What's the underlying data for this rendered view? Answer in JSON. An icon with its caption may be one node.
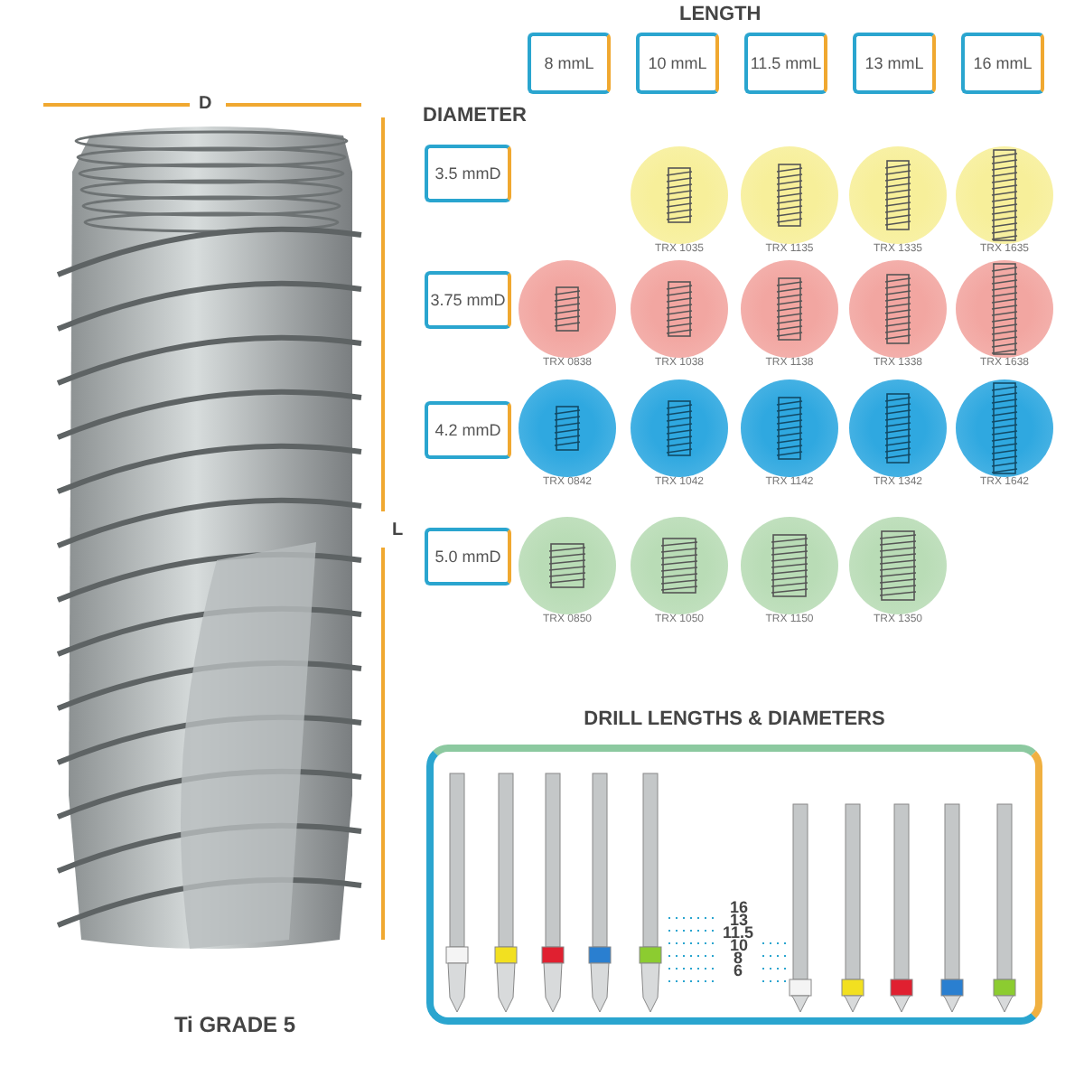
{
  "diagram": {
    "nodes": [
      {
        "text": [
          "8 mmL"
        ]
      },
      {
        "text": [
          "10 mmL"
        ]
      },
      {
        "text": [
          "11.5 mmL"
        ]
      },
      {
        "text": [
          "13 mmL"
        ]
      },
      {
        "text": [
          "16 mmL"
        ]
      },
      {
        "text": [
          "3.5 mmD"
        ]
      },
      {
        "text": [],
        "shape": "circle",
        "beside": [
          "TRX 1035"
        ]
      },
      {
        "text": [],
        "shape": "circle",
        "beside": [
          "TRX 1135"
        ]
      },
      {
        "text": [],
        "shape": "circle",
        "beside": [
          "TRX 1335"
        ]
      },
      {
        "text": [],
        "shape": "circle",
        "beside": [
          "TRX 1635"
        ]
      },
      {
        "text": [
          "3.75 mmD"
        ]
      },
      {
        "text": [],
        "shape": "circle",
        "beside": [
          "TRX 0838"
        ]
      },
      {
        "text": [],
        "shape": "circle",
        "beside": [
          "TRX 1038"
        ]
      },
      {
        "text": [],
        "shape": "circle",
        "beside": [
          "TRX 1138"
        ]
      },
      {
        "text": [],
        "shape": "circle",
        "beside": [
          "TRX 1338"
        ]
      },
      {
        "text": [],
        "shape": "circle",
        "beside": [
          "TRX 1638"
        ]
      },
      {
        "text": [
          "4.2 mmD"
        ]
      },
      {
        "text": [],
        "shape": "circle",
        "beside": [
          "TRX 0842"
        ]
      },
      {
        "text": [],
        "shape": "circle",
        "beside": [
          "TRX 1042"
        ]
      },
      {
        "text": [],
        "shape": "circle",
        "beside": [
          "TRX 1142"
        ]
      },
      {
        "text": [],
        "shape": "circle",
        "beside": [
          "TRX 1342"
        ]
      },
      {
        "text": [],
        "shape": "circle",
        "beside": [
          "TRX 1642"
        ]
      },
      {
        "text": [
          "5.0 mmD"
        ]
      },
      {
        "text": [],
        "shape": "circle",
        "beside": [
          "TRX 0850"
        ]
      },
      {
        "text": [],
        "shape": "circle",
        "beside": [
          "TRX 1050"
        ]
      },
      {
        "text": [],
        "shape": "circle",
        "beside": [
          "TRX 1150"
        ]
      },
      {
        "text": [],
        "shape": "circle",
        "beside": [
          "TRX 1350"
        ]
      },
      {
        "text": [
          "DRILL LENGTHS & DIAMETERS"
        ]
      }
    ],
    "edges": [],
    "labels": [
      "LENGTH",
      "DIAMETER",
      "D",
      "L",
      "Ti GRADE 5",
      "16",
      "13",
      "11.5",
      "10",
      "8",
      "6"
    ]
  }
}
